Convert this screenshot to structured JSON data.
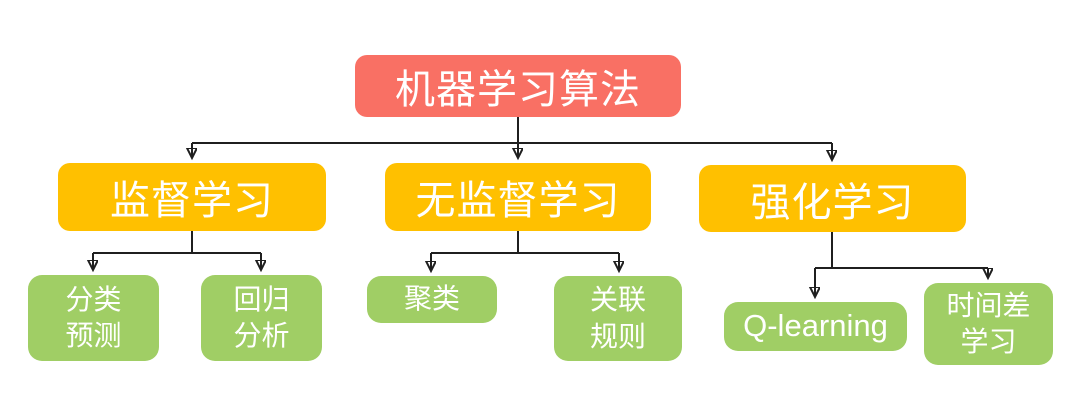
{
  "diagram": {
    "type": "tree",
    "title": "机器学习算法",
    "colors": {
      "root_fill": "#f97064",
      "branch_fill": "#ffc000",
      "leaf_fill": "#a0ce65",
      "connector": "#1f1f1f",
      "text": "#ffffff",
      "background": "#ffffff"
    },
    "nodes": {
      "root": {
        "label": "机器学习算法",
        "level": 1
      },
      "supervised": {
        "label": "监督学习",
        "level": 2
      },
      "unsupervised": {
        "label": "无监督学习",
        "level": 2
      },
      "reinforcement": {
        "label": "强化学习",
        "level": 2
      },
      "classification": {
        "label": "分类\n预测",
        "level": 3
      },
      "regression": {
        "label": "回归\n分析",
        "level": 3
      },
      "clustering": {
        "label": "聚类",
        "level": 3
      },
      "association": {
        "label": "关联\n规则",
        "level": 3
      },
      "qlearning": {
        "label": "Q-learning",
        "level": 3
      },
      "temporal": {
        "label": "时间差\n学习",
        "level": 3
      }
    },
    "edges": [
      {
        "from": "root",
        "to": "supervised"
      },
      {
        "from": "root",
        "to": "unsupervised"
      },
      {
        "from": "root",
        "to": "reinforcement"
      },
      {
        "from": "supervised",
        "to": "classification"
      },
      {
        "from": "supervised",
        "to": "regression"
      },
      {
        "from": "unsupervised",
        "to": "clustering"
      },
      {
        "from": "unsupervised",
        "to": "association"
      },
      {
        "from": "reinforcement",
        "to": "qlearning"
      },
      {
        "from": "reinforcement",
        "to": "temporal"
      }
    ]
  }
}
